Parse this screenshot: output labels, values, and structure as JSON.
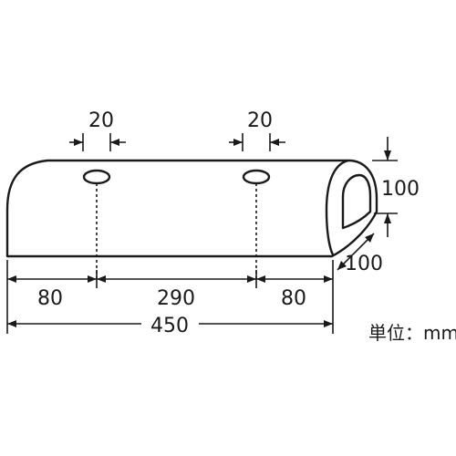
{
  "dimensions": {
    "hole_width_left": "20",
    "hole_width_right": "20",
    "height": "100",
    "depth": "100",
    "segment_left": "80",
    "segment_middle": "290",
    "segment_right": "80",
    "total_length": "450"
  },
  "unit_label": "単位：mm"
}
